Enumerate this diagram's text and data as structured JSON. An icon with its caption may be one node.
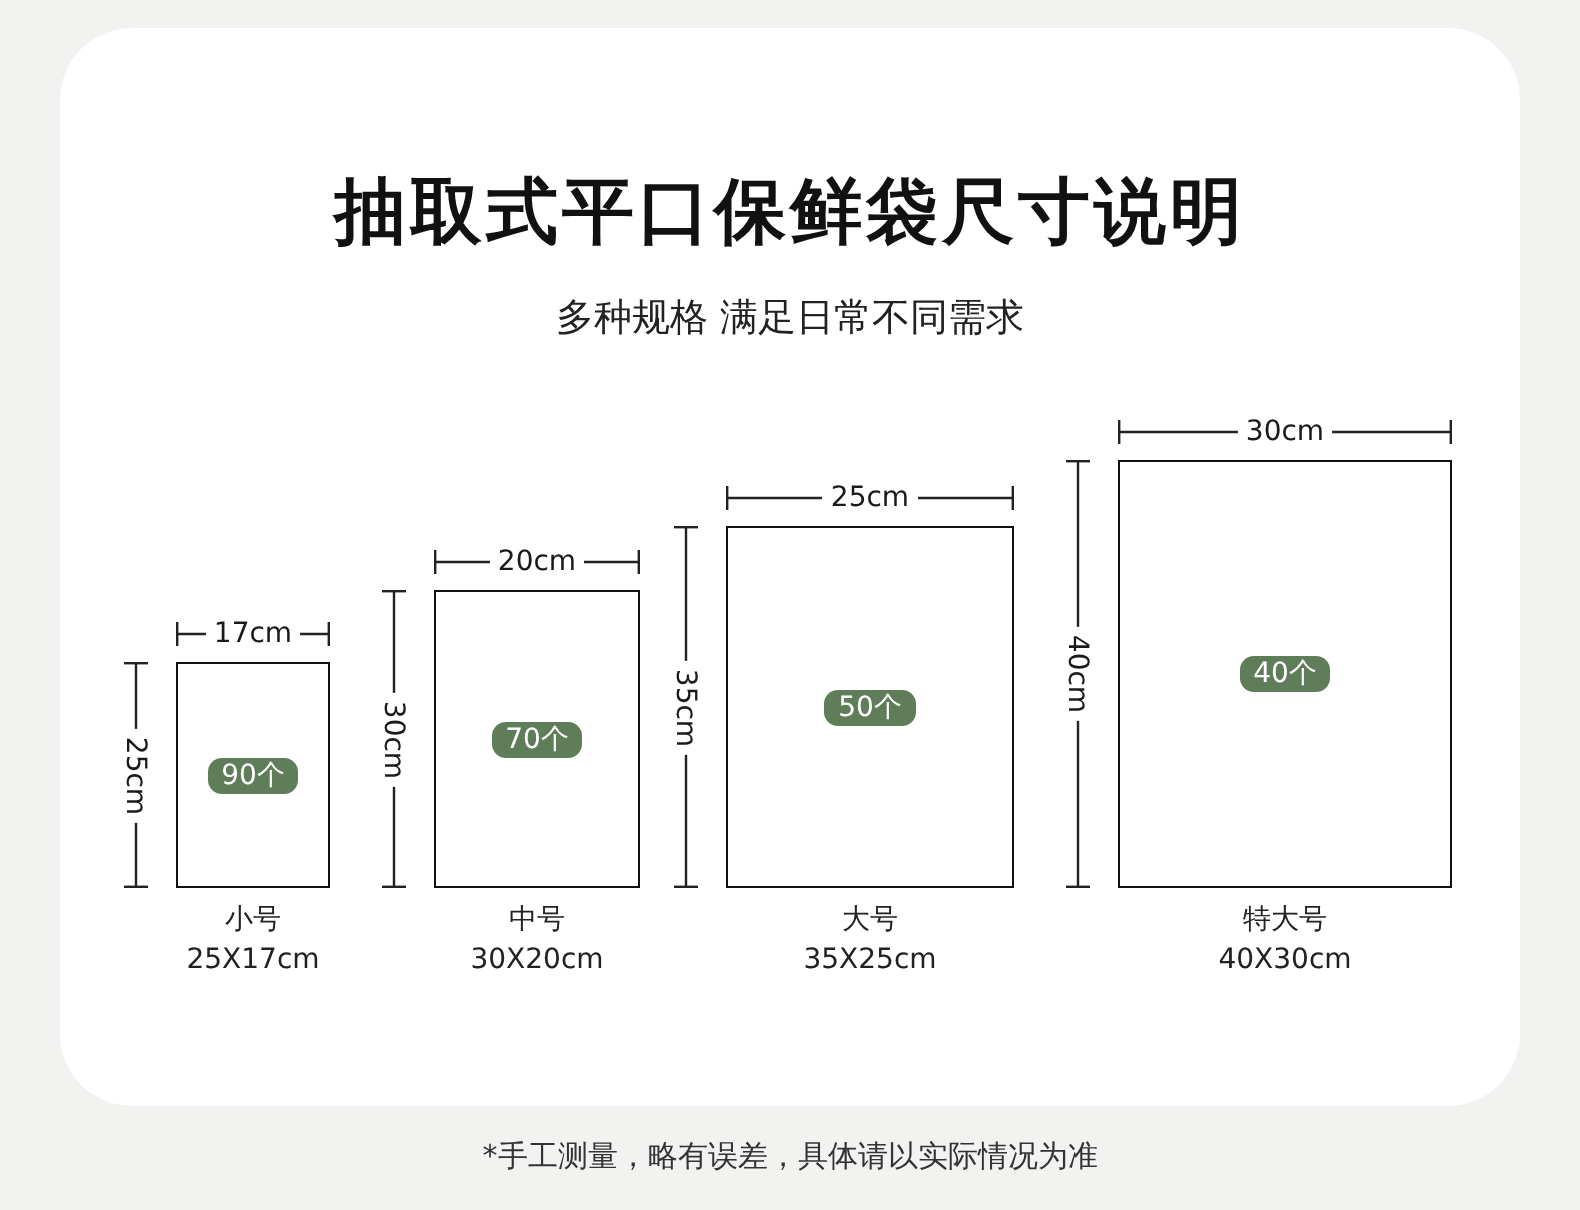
{
  "diagram": {
    "title": "抽取式平口保鲜袋尺寸说明",
    "caption": "*手工测量，略有误差，具体请以实际情况为准",
    "nodes": [
      {
        "text": [],
        "shape": "box",
        "beside": [
          "小号",
          "25X17cm"
        ]
      },
      {
        "text": [
          "90个"
        ],
        "in": 0
      },
      {
        "text": [],
        "shape": "box",
        "beside": [
          "中号",
          "30X20cm"
        ]
      },
      {
        "text": [
          "70个"
        ],
        "in": 2
      },
      {
        "text": [],
        "shape": "box",
        "beside": [
          "大号",
          "35X25cm"
        ]
      },
      {
        "text": [
          "50个"
        ],
        "in": 4
      },
      {
        "text": [],
        "shape": "box",
        "beside": [
          "特大号",
          "40X30cm"
        ]
      },
      {
        "text": [
          "40个"
        ],
        "in": 6
      }
    ],
    "labels": [
      "多种规格 满足日常不同需求",
      "17cm",
      "25cm",
      "20cm",
      "30cm",
      "25cm",
      "35cm",
      "30cm",
      "40cm"
    ]
  }
}
